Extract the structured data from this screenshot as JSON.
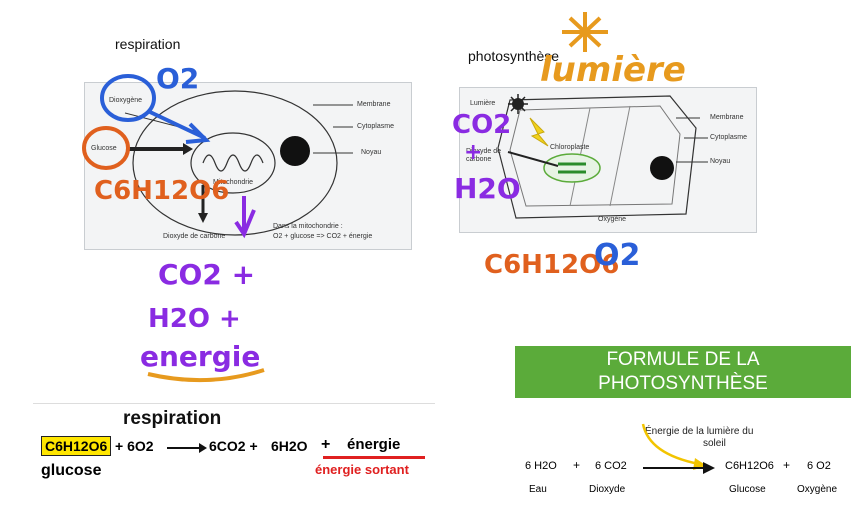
{
  "titles": {
    "respiration": "respiration",
    "photosynthese": "photosynthèse"
  },
  "resp_diagram": {
    "oxygen": "Dioxygène",
    "glucose": "Glucose",
    "mito": "Mitochondrie",
    "co2": "Dioxyde de carbone",
    "membrane": "Membrane",
    "cytoplasme": "Cytoplasme",
    "noyau": "Noyau",
    "note1": "Dans la mitochondrie :",
    "note2": "O2 + glucose => CO2 + énergie"
  },
  "photo_diagram": {
    "lumiere": "Lumière",
    "chloroplaste": "Chloroplaste",
    "dioxyde": "Dioxyde de carbone",
    "oxygene": "Oxygène",
    "membrane": "Membrane",
    "cytoplasme": "Cytoplasme",
    "noyau": "Noyau"
  },
  "handwriting": {
    "o2_top": "O2",
    "c6h12o6_left": "C6H12O6",
    "co2_plus": "CO2 +",
    "h2o_plus": "H2O +",
    "energie": "energie",
    "lumiere": "lumière",
    "co2_right": "CO2",
    "plus_right": "+",
    "h2o_right": "H2O",
    "c6h12o6_right": "C6H12O6",
    "o2_right": "O2"
  },
  "resp_equation": {
    "title": "respiration",
    "glucose_formula": "C6H12O6",
    "o2": "+ 6O2",
    "co2": "6CO2 +",
    "h2o": "6H2O",
    "plus": "+",
    "energie": "énergie",
    "glucose": "glucose",
    "energie_sortant": "énergie sortant"
  },
  "photo_formula": {
    "header1": "FORMULE DE LA",
    "header2": "PHOTOSYNTHÈSE",
    "energy_label1": "Énergie de la lumière du",
    "energy_label2": "soleil",
    "h2o": "6 H2O",
    "plus1": "+",
    "co2": "6 CO2",
    "glucose_formula": "C6H12O6",
    "plus2": "+",
    "o2": "6 O2",
    "eau": "Eau",
    "dioxyde": "Dioxyde",
    "glucose": "Glucose",
    "oxygene": "Oxygène"
  },
  "colors": {
    "blue": "#2a5fd8",
    "orange": "#e0601e",
    "purple": "#8a2be2",
    "green": "#5bab3a",
    "gold": "#e79a1e"
  }
}
